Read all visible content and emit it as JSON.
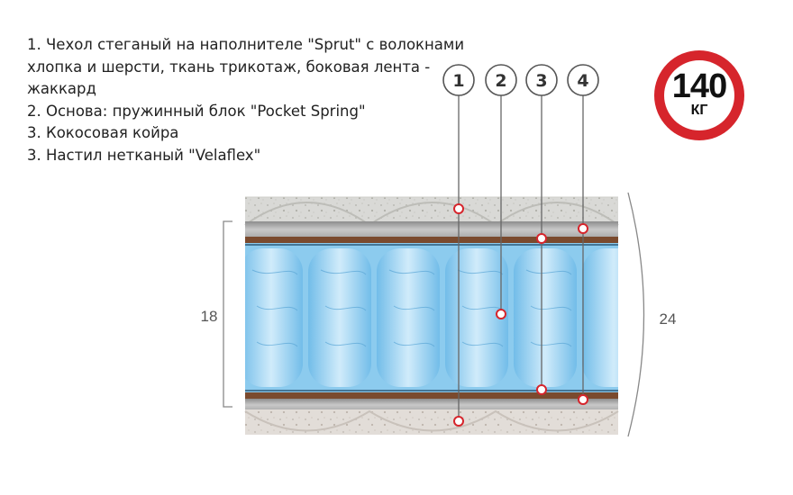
{
  "legend": {
    "line1": "1. Чехол стеганый на наполнителе \"Sprut\" с волокнами",
    "line2": "хлопка и шерсти, ткань трикотаж, боковая лента -",
    "line3": "жаккард",
    "line4": "2. Основа:  пружинный блок  \"Pocket Spring\"",
    "line5": "3. Кокосовая койра",
    "line6": "3. Настил нетканый \"Velaflex\""
  },
  "load_badge": {
    "value": "140",
    "unit": "КГ",
    "color": "#d6252c"
  },
  "callouts": [
    "1",
    "2",
    "3",
    "4"
  ],
  "dimensions": {
    "core_height": "18",
    "total_height": "24"
  },
  "colors": {
    "spring": "#8ccbee",
    "coir": "#7a4a2e",
    "pad": "#9a9a9a",
    "marker": "#d6252c"
  }
}
